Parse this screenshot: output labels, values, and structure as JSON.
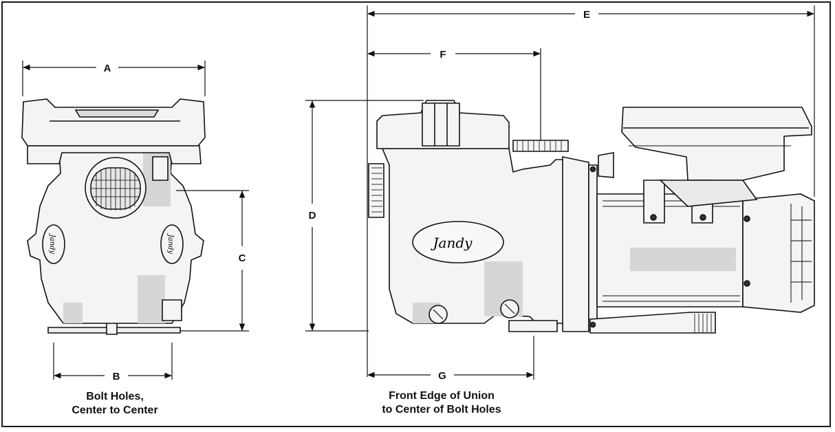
{
  "dimensions": {
    "A": "A",
    "B": "B",
    "C": "C",
    "D": "D",
    "E": "E",
    "F": "F",
    "G": "G"
  },
  "captions": {
    "left": {
      "line1": "Bolt Holes,",
      "line2": "Center to Center"
    },
    "right": {
      "line1": "Front Edge of Union",
      "line2": "to Center of Bolt Holes"
    }
  },
  "logos": {
    "brand": "Jandy"
  },
  "colors": {
    "line": "#111111",
    "shade": "#d6d6d6",
    "fill": "#f4f4f4"
  }
}
